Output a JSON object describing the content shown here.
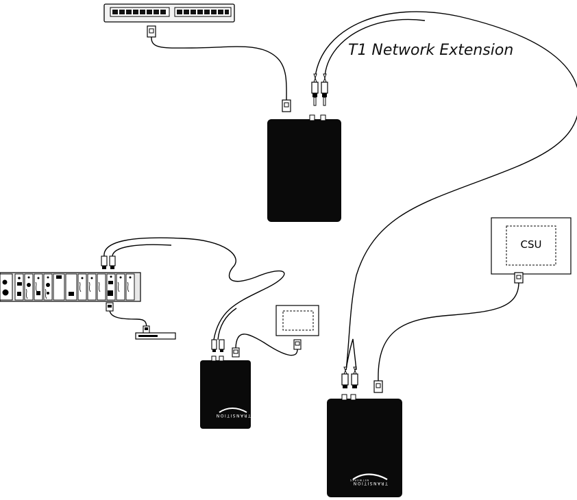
{
  "diagram": {
    "title": "T1 Network Extension",
    "csu_label": "CSU",
    "logo_text": "TRANSITION",
    "logo_subtext": "NETWORKS"
  }
}
